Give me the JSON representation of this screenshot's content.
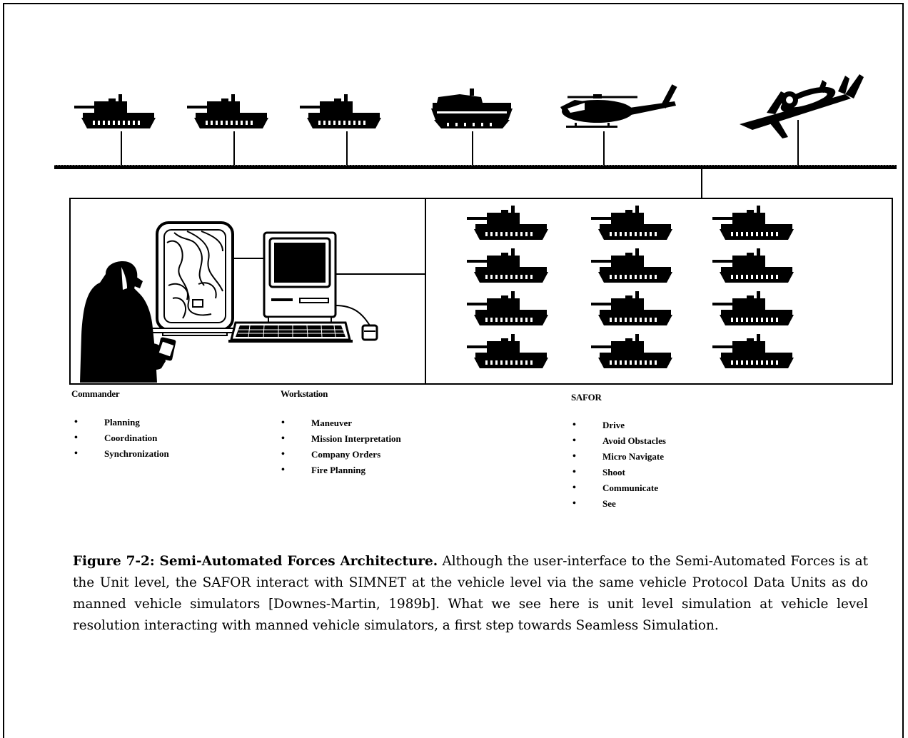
{
  "labels": {
    "commander": "Commander",
    "workstation": "Workstation",
    "safor": "SAFOR"
  },
  "commander_items": [
    "Planning",
    "Coordination",
    "Synchronization"
  ],
  "workstation_items": [
    "Maneuver",
    "Mission Interpretation",
    "Company Orders",
    "Fire Planning"
  ],
  "safor_items": [
    "Drive",
    "Avoid Obstacles",
    "Micro Navigate",
    "Shoot",
    "Communicate",
    "See"
  ],
  "caption": {
    "label": "Figure 7-2:  Semi-Automated Forces Architecture.",
    "text": " Although the user-interface to the Semi-Automated Forces is at the Unit level, the SAFOR interact with SIMNET at the vehicle level via the same vehicle Protocol Data Units as do manned vehicle simulators [Downes-Martin, 1989b]. What we see here is unit level simulation at vehicle level resolution interacting with manned vehicle simulators, a first step towards Seamless Simulation."
  },
  "icons": {
    "network_vehicles": [
      "tank-icon",
      "tank-icon",
      "tank-icon",
      "armored-vehicle-icon",
      "helicopter-icon",
      "aircraft-icon"
    ],
    "safor_grid": "tank-icon",
    "workstation": [
      "map-display-icon",
      "computer-icon",
      "keyboard-icon",
      "mouse-icon",
      "commander-person-icon"
    ]
  }
}
